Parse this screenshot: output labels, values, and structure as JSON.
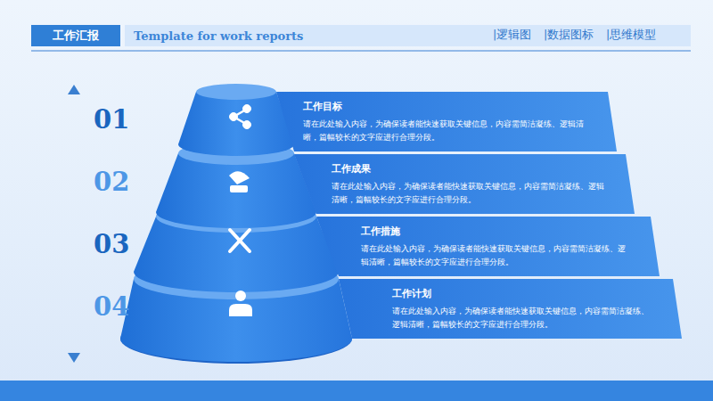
{
  "diagram": {
    "nodes": [
      {
        "text": [
          "工作汇报"
        ]
      },
      {
        "text": [
          "Template for work reports"
        ]
      },
      {
        "text": [
          "工作目标",
          "请在此处输入内容，为确保读者能快速获取关键信息，内容需简洁凝练、逻辑清晰，篇幅较长的文字应进行合理分段。"
        ]
      },
      {
        "text": [
          "工作成果",
          "请在此处输入内容，为确保读者能快速获取关键信息，内容需简洁凝练、逻辑清晰，篇幅较长的文字应进行合理分段。"
        ]
      },
      {
        "text": [
          "工作措施",
          "请在此处输入内容，为确保读者能快速获取关键信息，内容需简洁凝练、逻辑清晰，篇幅较长的文字应进行合理分段。"
        ]
      },
      {
        "text": [
          "工作计划",
          "请在此处输入内容，为确保读者能快速获取关键信息，内容需简洁凝练、逻辑清晰，篇幅较长的文字应进行合理分段。"
        ]
      }
    ],
    "labels": [
      "|逻辑图",
      "|数据图标",
      "|思维模型",
      "01",
      "02",
      "03",
      "04"
    ]
  }
}
